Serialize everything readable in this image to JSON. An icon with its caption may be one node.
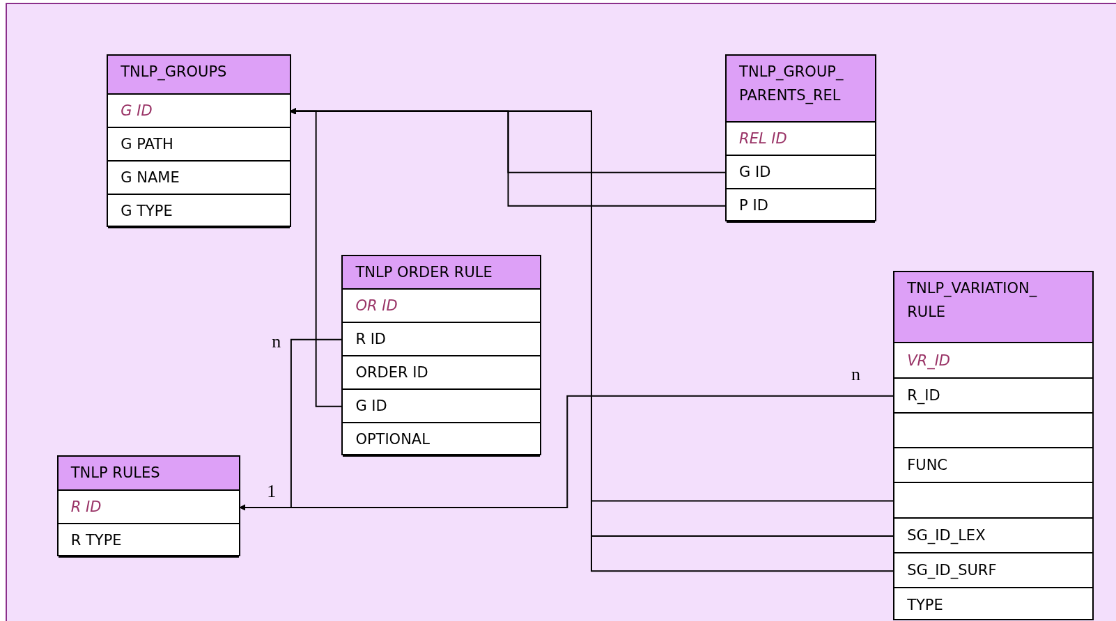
{
  "diagram": {
    "nodes": [
      {
        "text": [
          "TNLP_GROUPS"
        ]
      },
      {
        "text": [
          "G ID"
        ],
        "in": 0
      },
      {
        "text": [
          "G PATH"
        ],
        "in": 0
      },
      {
        "text": [
          "G NAME"
        ],
        "in": 0
      },
      {
        "text": [
          "G TYPE"
        ],
        "in": 0
      },
      {
        "text": [
          "TNLP_GROUP_ PARENTS_REL"
        ]
      },
      {
        "text": [
          "REL ID"
        ],
        "in": 5
      },
      {
        "text": [
          "G ID"
        ],
        "in": 5
      },
      {
        "text": [
          "P ID"
        ],
        "in": 5
      },
      {
        "text": [
          "TNLP ORDER RULE"
        ]
      },
      {
        "text": [
          "OR ID"
        ],
        "in": 9
      },
      {
        "text": [
          "R ID"
        ],
        "in": 9
      },
      {
        "text": [
          "ORDER ID"
        ],
        "in": 9
      },
      {
        "text": [
          "G ID"
        ],
        "in": 9
      },
      {
        "text": [
          "OPTIONAL"
        ],
        "in": 9
      },
      {
        "text": [
          "TNLP_VARIATION_ RULE"
        ]
      },
      {
        "text": [
          "VR_ID"
        ],
        "in": 15
      },
      {
        "text": [
          "R_ID"
        ],
        "in": 15
      },
      {
        "text": [],
        "shape": "box",
        "in": 15
      },
      {
        "text": [
          "FUNC"
        ],
        "in": 15
      },
      {
        "text": [],
        "shape": "box",
        "in": 15
      },
      {
        "text": [
          "SG_ID_LEX"
        ],
        "in": 15
      },
      {
        "text": [
          "SG_ID_SURF"
        ],
        "in": 15
      },
      {
        "text": [
          "TYPE"
        ],
        "in": 15
      },
      {
        "text": [
          "TNLP RULES"
        ]
      },
      {
        "text": [
          "R ID"
        ],
        "in": 24
      },
      {
        "text": [
          "R TYPE"
        ],
        "in": 24
      }
    ],
    "edges": [
      {
        "from": 7,
        "to": 1,
        "arrow": "to"
      },
      {
        "from": 8,
        "to": 1,
        "arrow": "to"
      },
      {
        "from": 13,
        "to": 1,
        "arrow": "to"
      },
      {
        "from": 20,
        "to": 1,
        "arrow": "to"
      },
      {
        "from": 21,
        "to": 1,
        "arrow": "to"
      },
      {
        "from": 22,
        "to": 1,
        "arrow": "to"
      },
      {
        "from": 11,
        "to": 25,
        "arrow": "to"
      },
      {
        "from": 17,
        "to": 25,
        "arrow": "to"
      }
    ],
    "labels": [
      "n",
      "1",
      "n"
    ]
  }
}
